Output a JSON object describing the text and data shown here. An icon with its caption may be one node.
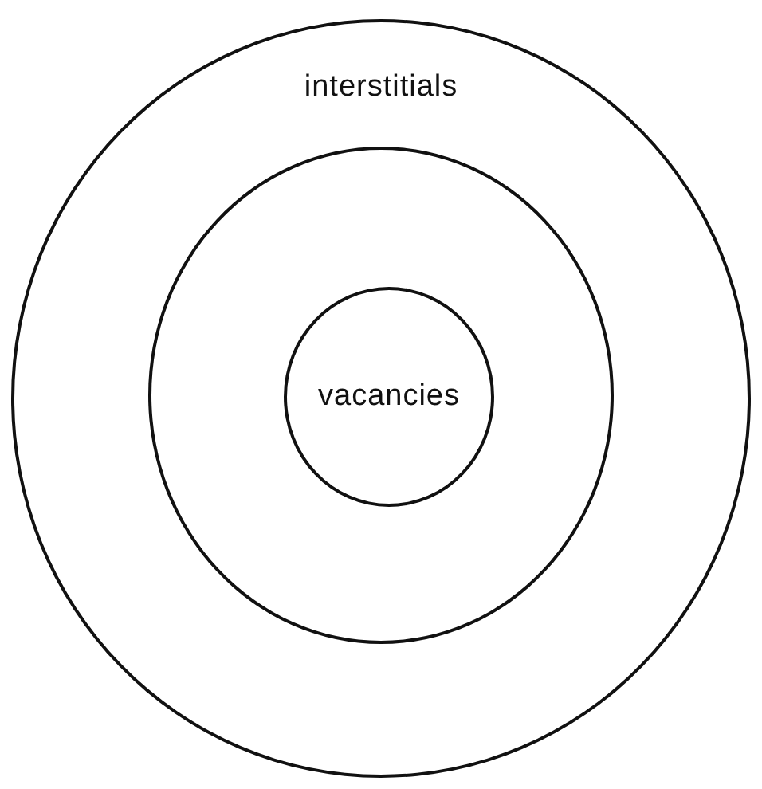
{
  "diagram": {
    "nodes": [
      {
        "text": [
          "interstitials"
        ]
      },
      {
        "text": [],
        "shape": "circle",
        "in": 0
      },
      {
        "text": [
          "vacancies"
        ],
        "in": 1
      }
    ]
  }
}
